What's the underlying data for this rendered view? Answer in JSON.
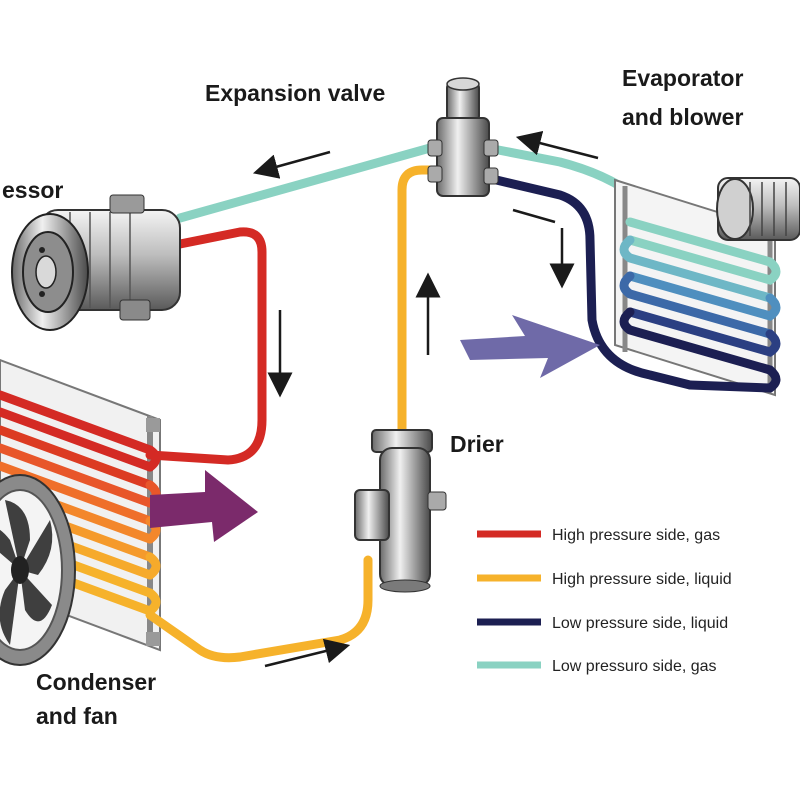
{
  "labels": {
    "expansion_valve": "Expansion valve",
    "evaporator_line1": "Evaporator",
    "evaporator_line2": "and blower",
    "compressor": "essor",
    "drier": "Drier",
    "condenser_line1": "Condenser",
    "condenser_line2": "and fan"
  },
  "legend": [
    {
      "label": "High pressure side, gas",
      "color": "#d42a24"
    },
    {
      "label": "High pressure side, liquid",
      "color": "#f6b22b"
    },
    {
      "label": "Low pressure side, liquid",
      "color": "#1c1f52"
    },
    {
      "label": "Low pressuro side, gas",
      "color": "#8ad2c2"
    }
  ],
  "colors": {
    "high_gas": "#d42a24",
    "high_liquid": "#f6b22b",
    "low_liquid": "#1c1f52",
    "low_gas": "#8ad2c2",
    "airflow_hot": "#7b2a6b",
    "airflow_cool": "#6f6aa8"
  },
  "icons": [
    "compressor-icon",
    "expansion-valve-icon",
    "evaporator-coil-icon",
    "blower-icon",
    "drier-icon",
    "condenser-coil-icon",
    "fan-icon",
    "flow-arrow-icon",
    "airflow-arrow-icon"
  ]
}
